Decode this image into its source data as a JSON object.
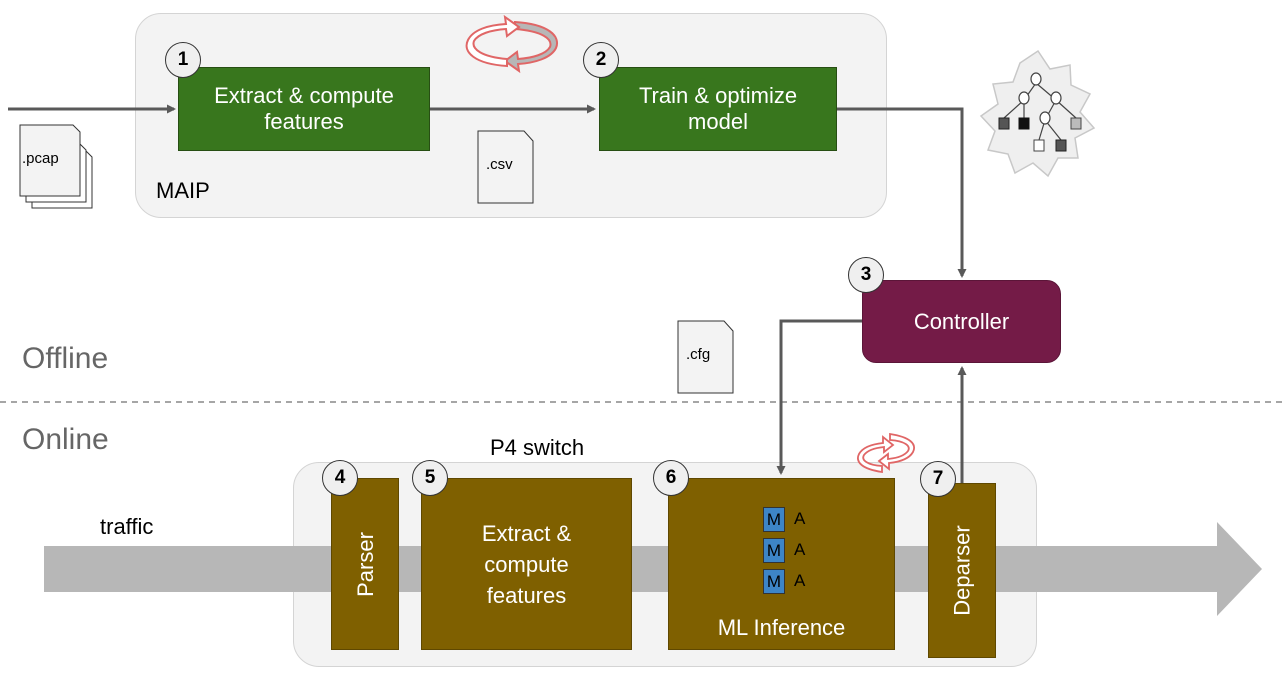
{
  "maip": {
    "label": "MAIP",
    "step1": {
      "num": "1",
      "line1": "Extract & compute",
      "line2": "features"
    },
    "step2": {
      "num": "2",
      "line1": "Train & optimize",
      "line2": "model"
    }
  },
  "files": {
    "pcap": ".pcap",
    "csv": ".csv",
    "cfg": ".cfg"
  },
  "controller": {
    "num": "3",
    "label": "Controller"
  },
  "zones": {
    "offline": "Offline",
    "online": "Online"
  },
  "switch": {
    "label": "P4 switch",
    "traffic": "traffic",
    "parser": {
      "num": "4",
      "label": "Parser"
    },
    "extract": {
      "num": "5",
      "line1": "Extract &",
      "line2": "compute",
      "line3": "features"
    },
    "inference": {
      "num": "6",
      "label": "ML Inference",
      "match": "M",
      "action": "A"
    },
    "deparser": {
      "num": "7",
      "label": "Deparser"
    }
  },
  "colors": {
    "green": "#38761d",
    "olive": "#7f6000",
    "controller": "#741b47",
    "arrow": "#595959",
    "traffic": "#b7b7b7",
    "cycle": "#e06666",
    "match": "#3d85c6",
    "action": "#e06666"
  },
  "icons": [
    "file-icon",
    "decision-tree-icon",
    "cycle-icon",
    "match-action-table-icon"
  ]
}
